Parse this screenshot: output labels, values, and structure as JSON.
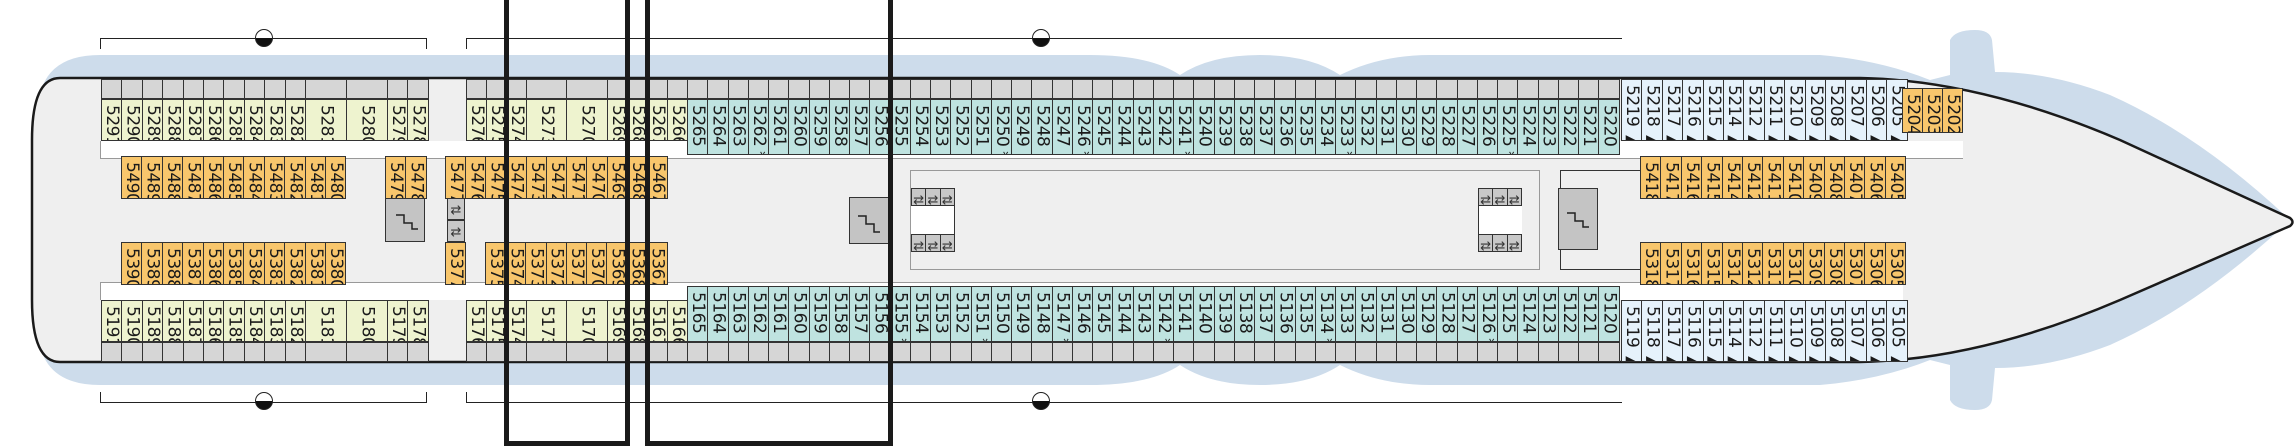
{
  "title": "Deck 5 plan",
  "legend": {
    "wheelchair_symbol": "♿",
    "star_symbol": "*",
    "triangle_symbol": "▶",
    "sofa_symbol": "⊟",
    "v_symbol": "V",
    "connecting_symbol": "■"
  },
  "colors": {
    "hull_shadow": "#cddceb",
    "deck": "#efefef",
    "cabin_yellow": "#eef3cf",
    "cabin_orange": "#f8c66c",
    "cabin_teal": "#bfe3e0",
    "cabin_blue": "#e6f2fb"
  },
  "rows": {
    "top_aft_yellow": [
      "5291",
      "5290",
      "5289",
      "5288",
      "5287",
      "5286",
      "5285",
      "5284",
      "5283",
      "5282",
      "5281 ♿*",
      "5280 ♿*",
      "5279",
      "5278"
    ],
    "top_mid_yellow": [
      "5276",
      "5275",
      "5274",
      "5273 ♿▶",
      "5270 ♿▶",
      "5269",
      "5268",
      "5267",
      "5266"
    ],
    "top_teal": [
      "5265 ▶⊟",
      "5264 ▶⊟",
      "5263 ▶V",
      "5262 *V",
      "5261 ▶⊟",
      "5260 ▶⊟",
      "5259 ▶V",
      "5258 ▶V",
      "5257 ▶⊟",
      "5256 ▶⊟",
      "5255 ▶V",
      "5254 ▶V",
      "5253 ▶V",
      "5252 ▶V",
      "5251 ▶V",
      "5250 *V",
      "5249 ▶⊟",
      "5248 ▶⊟",
      "5247 ▶V",
      "5246 *V",
      "5245 ▶⊟",
      "5244 ▶⊟",
      "5243 ▶⊟",
      "5242 ▶V",
      "5241 *V",
      "5240 ▶V",
      "5239 ▶V",
      "5238 ▶V",
      "5237 ▶V",
      "5236 ▶⊟",
      "5235 ▶⊟",
      "5234 ▶V",
      "5233 *V",
      "5232 ▶⊟",
      "5231 ▶⊟",
      "5230 ▶V",
      "5229 ▶V",
      "5228 ▶⊟",
      "5227 ▶⊟",
      "5226 ▶V",
      "5225 *V",
      "5224 ▶⊟",
      "5223 ▶⊟",
      "5222 ▶⊟",
      "5221 ▶V",
      "5220 ▶V"
    ],
    "top_blue": [
      "5219 ▶",
      "5218 ▶",
      "5217 ▶⊟",
      "5216 ▶⊟",
      "5215 ▶",
      "5214 ▶",
      "5212 ▶⊟",
      "5211 ▶⊟",
      "5210 ▶",
      "5209 ▶",
      "5208 ▶⊟",
      "5207 ▶⊟",
      "5206 ▶",
      "5205 ▶"
    ],
    "bow_orange": [
      "5204",
      "5203",
      "5202"
    ],
    "inner_5400_aft": [
      "5490",
      "5489",
      "5488",
      "5487",
      "5486",
      "5485",
      "5484",
      "5483*",
      "5482*",
      "5481",
      "5480"
    ],
    "inner_5400_aft2": [
      "5479",
      "5478"
    ],
    "inner_5400_mid": [
      "5477",
      "5476",
      "5475*",
      "5474*",
      "5473",
      "5472",
      "5471",
      "5470",
      "5469",
      "5468",
      "5467"
    ],
    "inner_5400_fwd": [
      "5418*",
      "5417*",
      "5416*",
      "5415*",
      "5414*",
      "5412*",
      "5411",
      "5410",
      "5409",
      "5408",
      "5407",
      "5406",
      "5405"
    ],
    "inner_5300_aft": [
      "5390",
      "5389",
      "5388",
      "5387",
      "5386",
      "5385",
      "5384",
      "5383*",
      "5382*",
      "5381",
      "5380"
    ],
    "inner_5300_mid_single": [
      "5377"
    ],
    "inner_5300_mid": [
      "5375*",
      "5374*",
      "5373",
      "5372",
      "5371",
      "5370",
      "5369",
      "5368",
      "5367"
    ],
    "inner_5300_fwd": [
      "5318*",
      "5317*",
      "5316*",
      "5315*",
      "5314*",
      "5312*",
      "5311",
      "5310",
      "5309",
      "5308",
      "5307",
      "5306",
      "5305"
    ],
    "bottom_aft_yellow": [
      "5191",
      "5190",
      "5189",
      "5188",
      "5187",
      "5186",
      "5185",
      "5184",
      "5183",
      "5182",
      "5181 ♿*",
      "5180 ♿*",
      "5179",
      "5178"
    ],
    "bottom_mid_yellow": [
      "5176",
      "5175",
      "5174",
      "5173 ♿▶",
      "5170 ♿▶",
      "5169",
      "5168",
      "5167",
      "5166"
    ],
    "bottom_teal": [
      "5165 ▶⊟",
      "5164 ▶⊟",
      "5163 ▶V",
      "5162 ▶V",
      "5161 ▶⊟",
      "5160 ▶⊟",
      "5159 ▶V",
      "5158 ▶V",
      "5157 ▶⊟",
      "5156 ▶⊟",
      "5155 *V",
      "5154 ▶V",
      "5153 ▶V",
      "5152 ▶V",
      "5151 *V",
      "5150 ▶V",
      "5149 ▶⊟",
      "5148 ▶⊟",
      "5147 *V",
      "5146 ▶V",
      "5145 ▶⊟",
      "5144 ▶⊟",
      "5143 ▶⊟",
      "5142 *V",
      "5141 ▶V",
      "5140 ▶V",
      "5139 ▶V",
      "5138 ▶V",
      "5137 ▶V",
      "5136 ▶⊟",
      "5135 ▶⊟",
      "5134 *V",
      "5133 ▶V",
      "5132 ▶⊟",
      "5131 ▶⊟",
      "5130 ▶V",
      "5129 ▶V",
      "5128 ▶⊟",
      "5127 ▶⊟",
      "5126 *V",
      "5125 ▶V",
      "5124 ▶⊟",
      "5123 ▶⊟",
      "5122 ▶⊟",
      "5121 ▶V",
      "5120 ▶V"
    ],
    "bottom_blue": [
      "5119 ▶",
      "5118 ▶",
      "5117 ▶⊟",
      "5116 ▶⊟",
      "5115 ▶",
      "5114 ▶",
      "5112 ▶⊟",
      "5111 ▶⊟",
      "5110 ▶",
      "5109 ▶",
      "5108 ▶⊟",
      "5107 ▶⊟",
      "5106 ▶",
      "5105 ▶"
    ]
  },
  "icons": {
    "stairs": "stairs-icon",
    "elevator_glyph": "⇄",
    "lifeboat_marker": "lifeboat-icon"
  }
}
